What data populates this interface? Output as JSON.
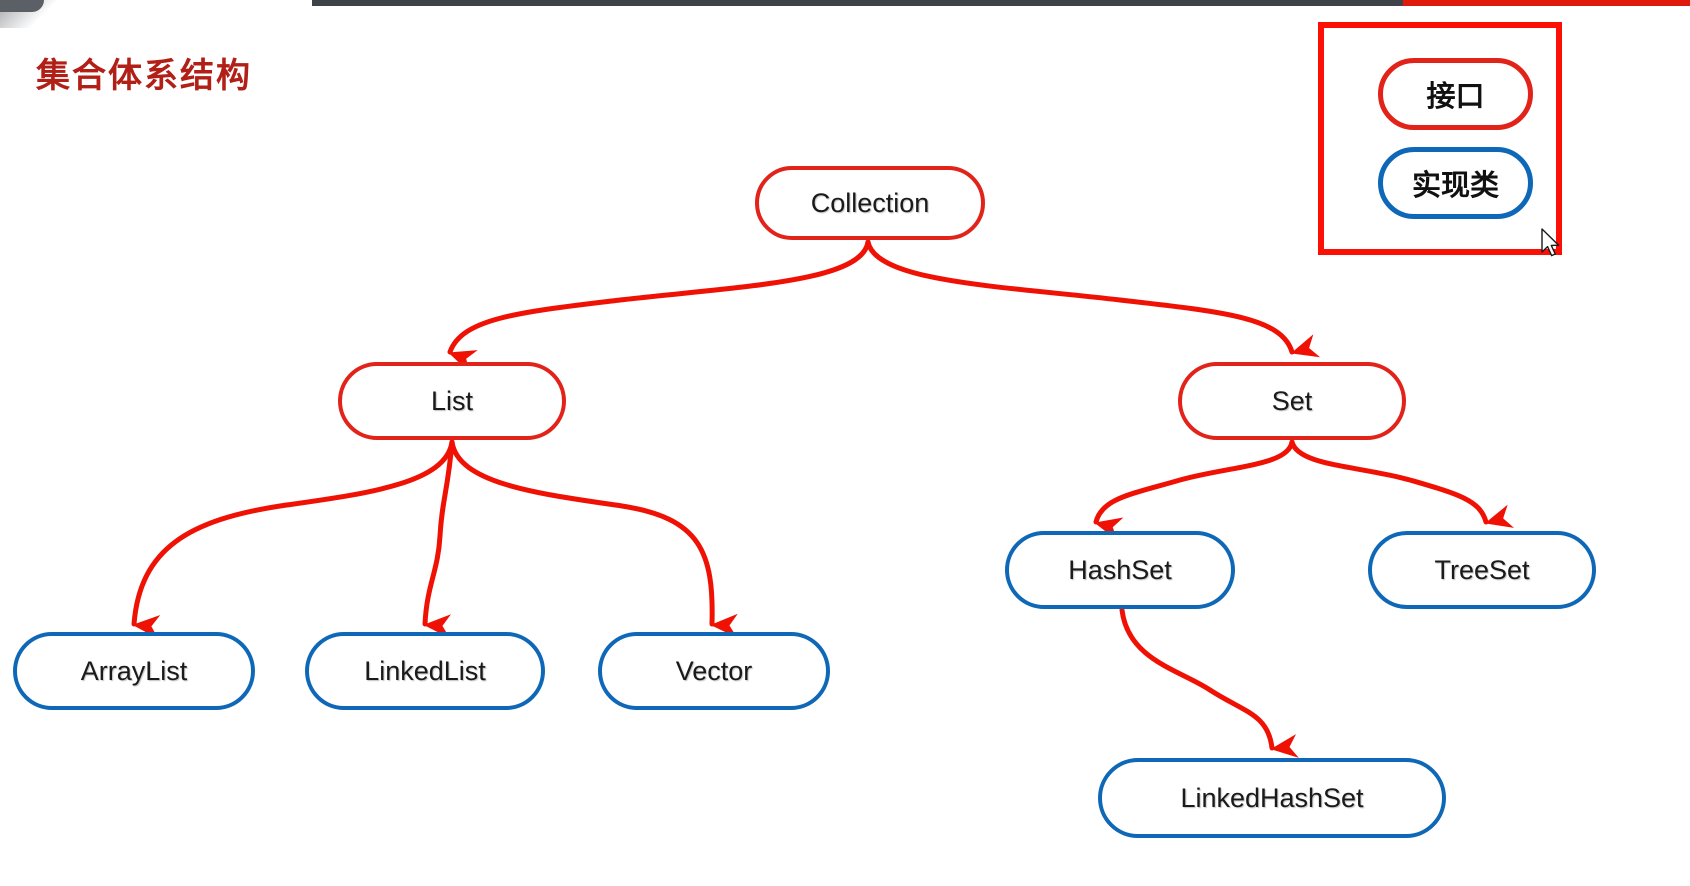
{
  "slide": {
    "title": "集合体系结构"
  },
  "chrome": {
    "dark_bar_color": "#3d4347",
    "red_bar_color": "#df1a0d"
  },
  "legend": {
    "border_color": "#fc1005",
    "items": [
      {
        "label": "接口",
        "type": "interface",
        "color": "#e2231a"
      },
      {
        "label": "实现类",
        "type": "implementation",
        "color": "#0e68b7"
      }
    ]
  },
  "diagram": {
    "type": "hierarchy-tree",
    "interface_color": "#e2231a",
    "implementation_color": "#0e68b7",
    "edge_color": "#f01105",
    "nodes": [
      {
        "id": "collection",
        "label": "Collection",
        "kind": "interface"
      },
      {
        "id": "list",
        "label": "List",
        "kind": "interface"
      },
      {
        "id": "set",
        "label": "Set",
        "kind": "interface"
      },
      {
        "id": "arraylist",
        "label": "ArrayList",
        "kind": "implementation"
      },
      {
        "id": "linkedlist",
        "label": "LinkedList",
        "kind": "implementation"
      },
      {
        "id": "vector",
        "label": "Vector",
        "kind": "implementation"
      },
      {
        "id": "hashset",
        "label": "HashSet",
        "kind": "implementation"
      },
      {
        "id": "treeset",
        "label": "TreeSet",
        "kind": "implementation"
      },
      {
        "id": "linkedhashset",
        "label": "LinkedHashSet",
        "kind": "implementation"
      }
    ],
    "edges": [
      {
        "from": "collection",
        "to": "list"
      },
      {
        "from": "collection",
        "to": "set"
      },
      {
        "from": "list",
        "to": "arraylist"
      },
      {
        "from": "list",
        "to": "linkedlist"
      },
      {
        "from": "list",
        "to": "vector"
      },
      {
        "from": "set",
        "to": "hashset"
      },
      {
        "from": "set",
        "to": "treeset"
      },
      {
        "from": "hashset",
        "to": "linkedhashset"
      }
    ]
  },
  "cursor": {
    "icon": "arrow-pointer"
  }
}
